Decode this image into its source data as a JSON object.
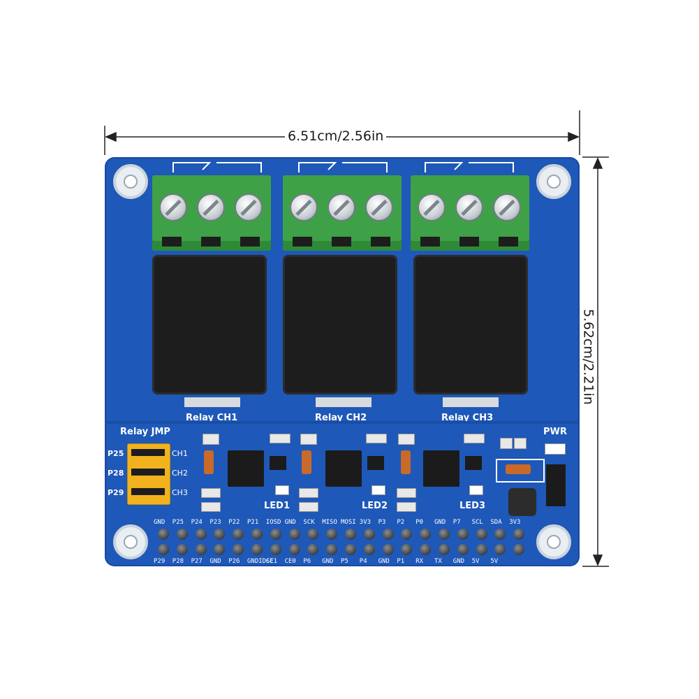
{
  "dimensions": {
    "width_label": "6.51cm/2.56in",
    "height_label": "5.62cm/2.21in"
  },
  "board": {
    "relays": [
      {
        "label": "Relay CH1"
      },
      {
        "label": "Relay CH2"
      },
      {
        "label": "Relay CH3"
      }
    ],
    "jumper_title": "Relay JMP",
    "jumper_left": [
      "P25",
      "P28",
      "P29"
    ],
    "jumper_right": [
      "CH1",
      "CH2",
      "CH3"
    ],
    "leds": [
      "LED1",
      "LED2",
      "LED3"
    ],
    "power_label": "PWR",
    "header_top": [
      "GND",
      "P25",
      "P24",
      "P23",
      "P22",
      "P21",
      "IOSD",
      "GND",
      "SCK",
      "MISO",
      "MOSI",
      "3V3",
      "P3",
      "P2",
      "P0",
      "GND",
      "P7",
      "SCL",
      "SDA",
      "3V3"
    ],
    "header_bottom": [
      "P29",
      "P28",
      "P27",
      "GND",
      "P26",
      "GNDIDSC",
      "CE1",
      "CE0",
      "P6",
      "GND",
      "P5",
      "P4",
      "GND",
      "P1",
      "RX",
      "TX",
      "GND",
      "5V",
      "5V"
    ]
  },
  "colors": {
    "pcb": "#1e58b8",
    "terminal": "#3fa147",
    "relay": "#1d1d1d",
    "jumper": "#f2b21e"
  }
}
